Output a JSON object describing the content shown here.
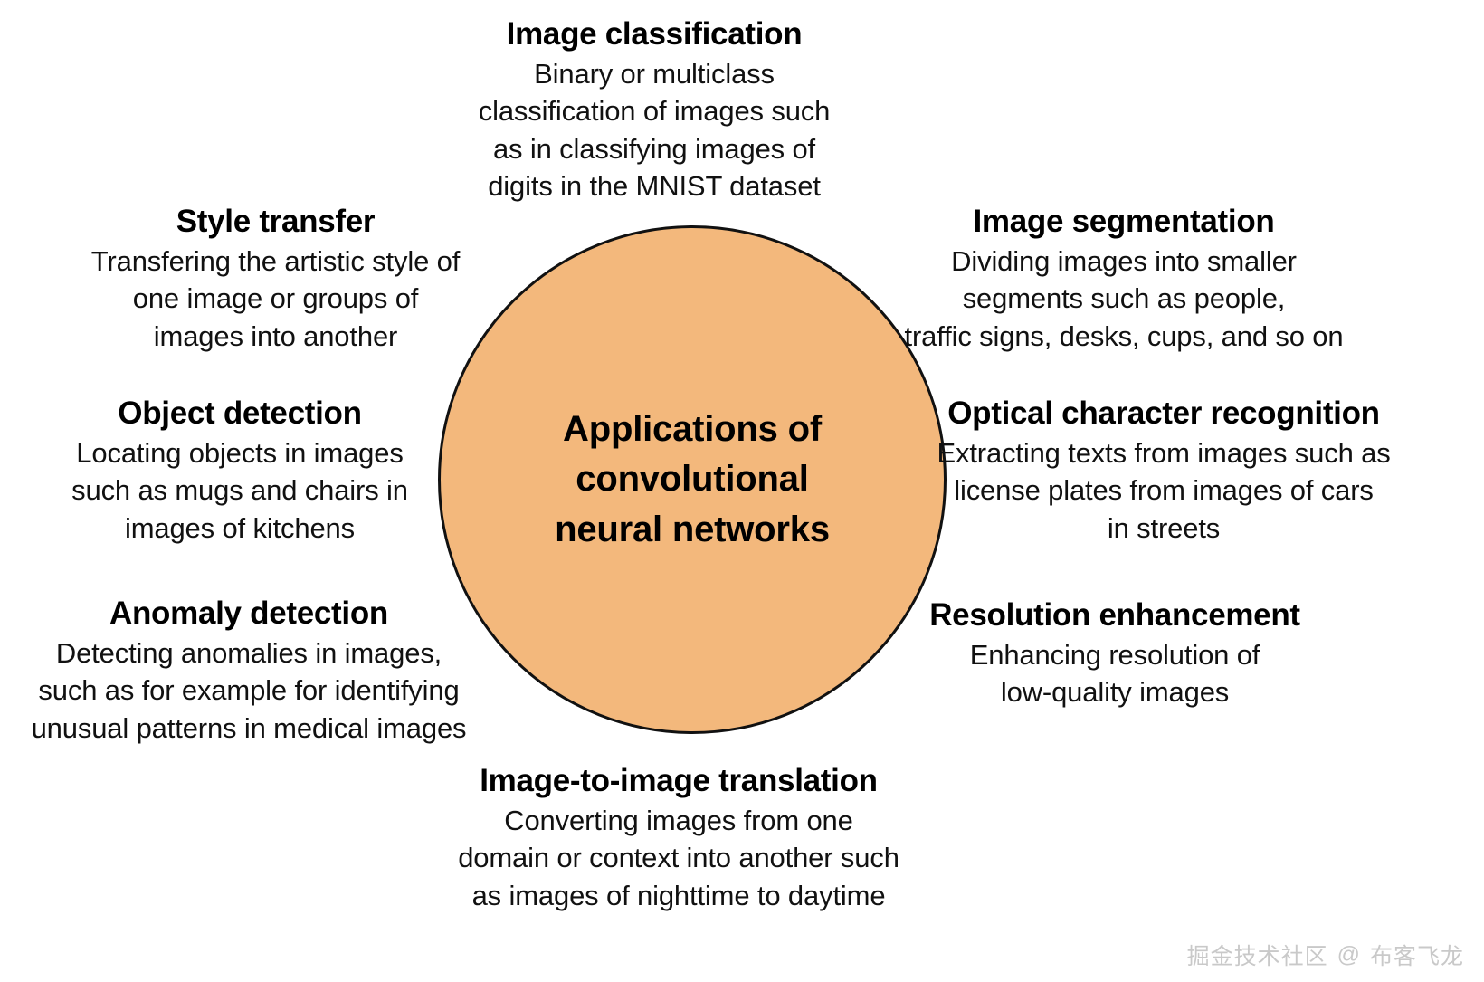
{
  "center": {
    "title_lines": [
      "Applications of",
      "convolutional",
      "neural networks"
    ],
    "fill_color": "#f3b87c",
    "border_color": "#111111"
  },
  "nodes": [
    {
      "id": "image-classification",
      "title": "Image classification",
      "desc_lines": [
        "Binary or multiclass",
        "classification of images such",
        "as in classifying images of",
        "digits in the MNIST dataset"
      ]
    },
    {
      "id": "style-transfer",
      "title": "Style transfer",
      "desc_lines": [
        "Transfering the artistic style of",
        "one image or groups of",
        "images into another"
      ]
    },
    {
      "id": "object-detection",
      "title": "Object detection",
      "desc_lines": [
        "Locating objects in images",
        "such as mugs and chairs in",
        "images of kitchens"
      ]
    },
    {
      "id": "anomaly-detection",
      "title": "Anomaly detection",
      "desc_lines": [
        "Detecting anomalies in images,",
        "such as for example for identifying",
        "unusual patterns in medical images"
      ]
    },
    {
      "id": "image-segmentation",
      "title": "Image segmentation",
      "desc_lines": [
        "Dividing images into smaller",
        "segments such as people,",
        "traffic signs, desks, cups, and so on"
      ]
    },
    {
      "id": "ocr",
      "title": "Optical character recognition",
      "desc_lines": [
        "Extracting texts from images such as",
        "license plates from images of cars",
        "in streets"
      ]
    },
    {
      "id": "resolution-enhancement",
      "title": "Resolution enhancement",
      "desc_lines": [
        "Enhancing resolution of",
        "low-quality images"
      ]
    },
    {
      "id": "image-to-image-translation",
      "title": "Image-to-image translation",
      "desc_lines": [
        "Converting images from one",
        "domain or context into another such",
        "as images of nighttime to daytime"
      ]
    }
  ],
  "watermark": {
    "community": "掘金技术社区",
    "at": "@",
    "author": "布客飞龙",
    "color": "#c9c9c9"
  }
}
